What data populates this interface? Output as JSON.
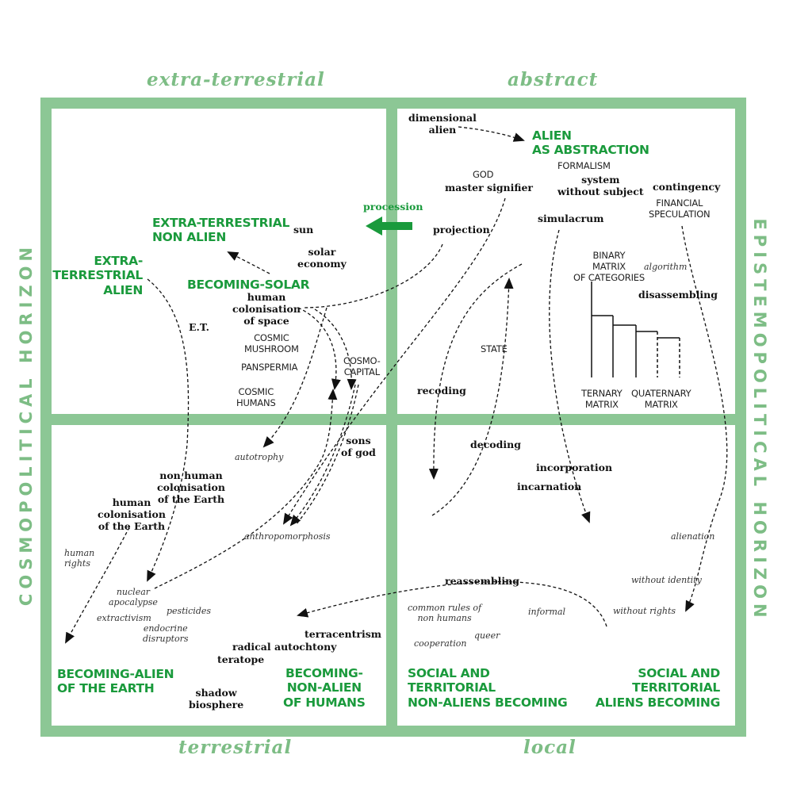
{
  "edges": {
    "top_left": "extra-terrestrial",
    "top_right": "abstract",
    "bottom_left": "terrestrial",
    "bottom_right": "local",
    "left": "COSMOPOLITICAL HORIZON",
    "right": "EPISTEMOPOLITICAL HORIZON"
  },
  "top_left_quadrant": {
    "extraterrestrial_non_alien": "EXTRA-TERRESTRIAL\nNON ALIEN",
    "extraterrestrial_alien": "EXTRA-\nTERRESTRIAL\nALIEN",
    "becoming_solar": "BECOMING-SOLAR",
    "sun": "sun",
    "solar_economy": "solar\neconomy",
    "human_colonisation_space": "human\ncolonisation\nof space",
    "et": "E.T.",
    "cosmic_mushroom": "COSMIC\nMUSHROOM",
    "panspermia": "PANSPERMIA",
    "cosmic_humans": "COSMIC\nHUMANS",
    "cosmo_capital": "COSMO-\nCAPITAL",
    "procession": "procession",
    "projection": "projection"
  },
  "top_right_quadrant": {
    "dimensional_alien": "dimensional\nalien",
    "alien_as_abstraction": "ALIEN\nAS ABSTRACTION",
    "formalism": "FORMALISM",
    "god": "GOD",
    "master_signifier": "master signifier",
    "system_without_subject": "system\nwithout subject",
    "contingency": "contingency",
    "financial_speculation": "FINANCIAL\nSPECULATION",
    "simulacrum": "simulacrum",
    "binary_matrix": "BINARY\nMATRIX\nOF CATEGORIES",
    "algorithm": "algorithm",
    "disassembling": "disassembling",
    "state": "STATE",
    "recoding": "recoding",
    "ternary_matrix": "TERNARY\nMATRIX",
    "quaternary_matrix": "QUATERNARY\nMATRIX"
  },
  "bottom_left_quadrant": {
    "sons_of_god": "sons\nof god",
    "autotrophy": "autotrophy",
    "non_human_colonisation": "non human\ncolonisation\nof the Earth",
    "human_colonisation_earth": "human\ncolonisation\nof the Earth",
    "anthropomorphosis": "anthropomorphosis",
    "human_rights": "human\nrights",
    "nuclear_apocalypse": "nuclear\napocalypse",
    "extractivism": "extractivism",
    "pesticides": "pesticides",
    "endocrine_disruptors": "endocrine\ndisruptors",
    "terracentrism": "terracentrism",
    "radical_autochtony": "radical autochtony",
    "teratope": "teratope",
    "shadow_biosphere": "shadow\nbiosphere",
    "becoming_alien_earth": "BECOMING-ALIEN\nOF THE EARTH",
    "becoming_non_alien_humans": "BECOMING-\nNON-ALIEN\nOF HUMANS"
  },
  "bottom_right_quadrant": {
    "decoding": "decoding",
    "incorporation": "incorporation",
    "incarnation": "incarnation",
    "alienation": "alienation",
    "without_identity": "without identity",
    "without_rights": "without rights",
    "reassembling": "reassembling",
    "common_rules": "common rules of\nnon humans",
    "informal": "informal",
    "queer": "queer",
    "cooperation": "cooperation",
    "social_non_aliens": "SOCIAL AND\nTERRITORIAL\nNON-ALIENS BECOMING",
    "social_aliens": "SOCIAL AND\nTERRITORIAL\nALIENS BECOMING"
  },
  "colors": {
    "frame": "#8cc795",
    "edge_text": "#7dbd85",
    "accent": "#1a9a3c",
    "ink": "#111111"
  }
}
